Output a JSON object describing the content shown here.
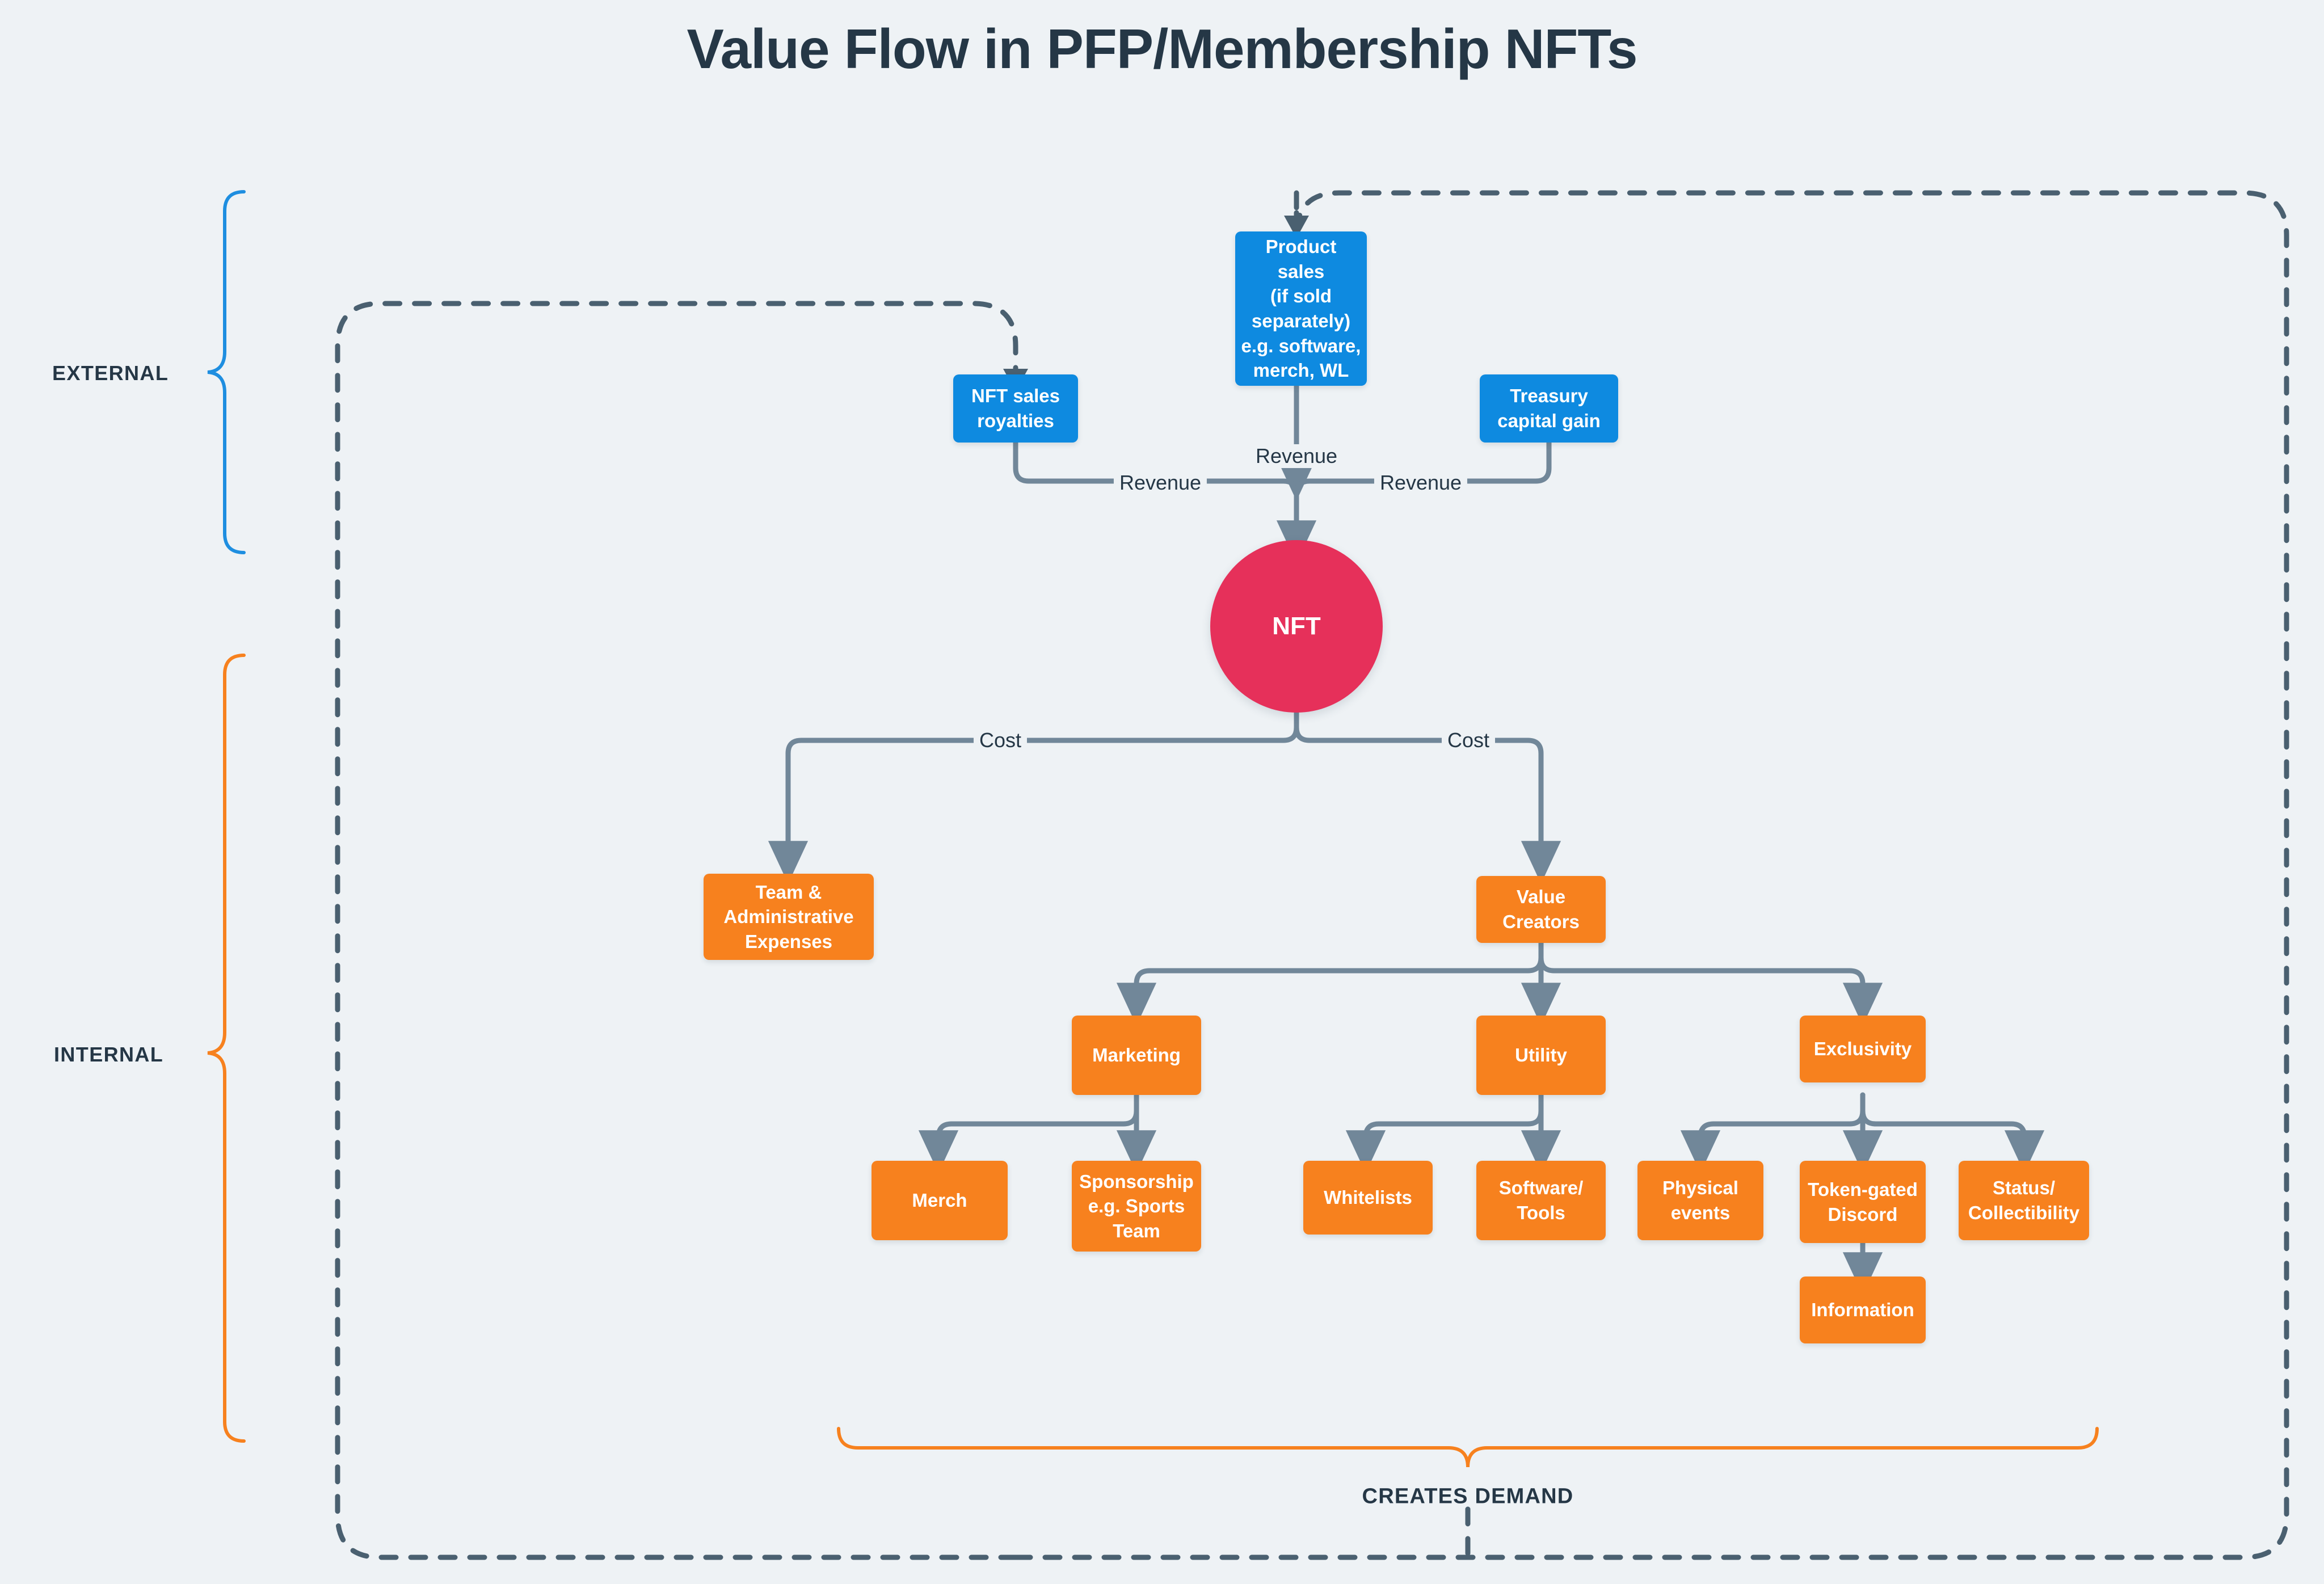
{
  "page": {
    "title": "Value Flow in PFP/Membership NFTs",
    "background_color": "#eef2f5",
    "text_color": "#253746"
  },
  "palette": {
    "blue": "#0e8ae0",
    "orange": "#f7811e",
    "crimson": "#e6305a",
    "edge": "#718799",
    "dashed_boundary": "#4a6070",
    "brace_external": "#1e8ee0",
    "brace_internal": "#f7811e"
  },
  "side_labels": {
    "external": "EXTERNAL",
    "internal": "INTERNAL"
  },
  "bottom_label": "CREATES DEMAND",
  "edge_labels": {
    "revenue_center": "Revenue",
    "revenue_left": "Revenue",
    "revenue_right": "Revenue",
    "cost_left": "Cost",
    "cost_right": "Cost"
  },
  "nodes": {
    "product_sales": "Product sales\n(if sold\nseparately)\ne.g. software,\nmerch, WL",
    "nft_sales_royalties": "NFT sales\nroyalties",
    "treasury_capital_gain": "Treasury\ncapital gain",
    "nft": "NFT",
    "team_admin_expenses": "Team &\nAdministrative\nExpenses",
    "value_creators": "Value\nCreators",
    "marketing": "Marketing",
    "utility": "Utility",
    "exclusivity": "Exclusivity",
    "merch": "Merch",
    "sponsorship": "Sponsorship\ne.g. Sports\nTeam",
    "whitelists": "Whitelists",
    "software_tools": "Software/\nTools",
    "physical_events": "Physical\nevents",
    "token_gated_discord": "Token-gated\nDiscord",
    "status_collectibility": "Status/\nCollectibility",
    "information": "Information"
  },
  "chart_data": {
    "type": "diagram",
    "title": "Value Flow in PFP/Membership NFTs",
    "groups": [
      {
        "name": "EXTERNAL",
        "color": "#0e8ae0",
        "members": [
          "Product sales (if sold separately) e.g. software, merch, WL",
          "NFT sales royalties",
          "Treasury capital gain"
        ]
      },
      {
        "name": "INTERNAL",
        "color": "#f7811e",
        "members": [
          "Team & Administrative Expenses",
          "Value Creators",
          "Marketing",
          "Utility",
          "Exclusivity",
          "Merch",
          "Sponsorship e.g. Sports Team",
          "Whitelists",
          "Software/Tools",
          "Physical events",
          "Token-gated Discord",
          "Status/Collectibility",
          "Information"
        ]
      }
    ],
    "edges": [
      {
        "from": "Product sales (if sold separately) e.g. software, merch, WL",
        "to": "NFT",
        "label": "Revenue"
      },
      {
        "from": "NFT sales royalties",
        "to": "NFT",
        "label": "Revenue"
      },
      {
        "from": "Treasury capital gain",
        "to": "NFT",
        "label": "Revenue"
      },
      {
        "from": "NFT",
        "to": "Team & Administrative Expenses",
        "label": "Cost"
      },
      {
        "from": "NFT",
        "to": "Value Creators",
        "label": "Cost"
      },
      {
        "from": "Value Creators",
        "to": "Marketing",
        "label": ""
      },
      {
        "from": "Value Creators",
        "to": "Utility",
        "label": ""
      },
      {
        "from": "Value Creators",
        "to": "Exclusivity",
        "label": ""
      },
      {
        "from": "Marketing",
        "to": "Merch",
        "label": ""
      },
      {
        "from": "Marketing",
        "to": "Sponsorship e.g. Sports Team",
        "label": ""
      },
      {
        "from": "Utility",
        "to": "Whitelists",
        "label": ""
      },
      {
        "from": "Utility",
        "to": "Software/Tools",
        "label": ""
      },
      {
        "from": "Exclusivity",
        "to": "Physical events",
        "label": ""
      },
      {
        "from": "Exclusivity",
        "to": "Token-gated Discord",
        "label": ""
      },
      {
        "from": "Exclusivity",
        "to": "Status/Collectibility",
        "label": ""
      },
      {
        "from": "Token-gated Discord",
        "to": "Information",
        "label": ""
      },
      {
        "from": "CREATES DEMAND",
        "to": "NFT sales royalties",
        "label": "",
        "style": "dashed"
      },
      {
        "from": "CREATES DEMAND",
        "to": "Product sales (if sold separately) e.g. software, merch, WL",
        "label": "",
        "style": "dashed"
      }
    ]
  }
}
